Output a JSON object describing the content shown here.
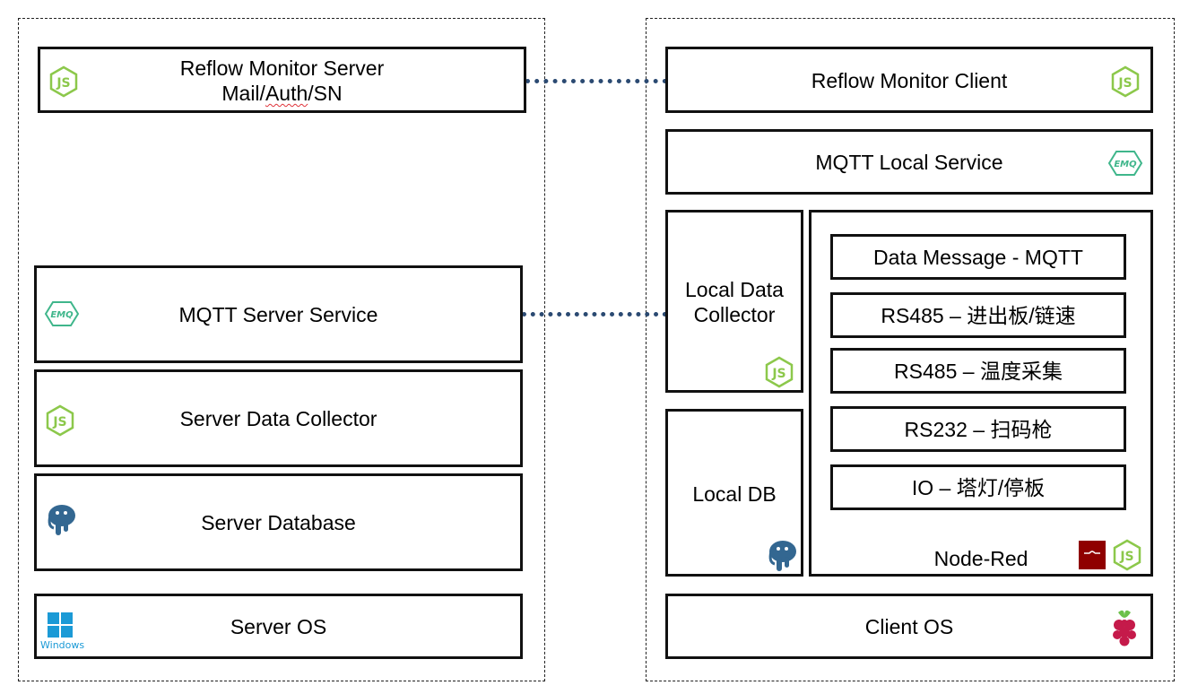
{
  "server": {
    "reflow_monitor": {
      "line1": "Reflow Monitor Server",
      "line2_prefix": "Mail/",
      "line2_flagged": "Auth",
      "line2_suffix": "/SN"
    },
    "mqtt_service": "MQTT Server Service",
    "data_collector": "Server Data Collector",
    "database": "Server Database",
    "os": "Server OS",
    "os_icon_label": "Windows"
  },
  "client": {
    "reflow_monitor": "Reflow Monitor Client",
    "mqtt_local": "MQTT Local Service",
    "local_collector": {
      "line1": "Local Data",
      "line2": "Collector"
    },
    "local_db": "Local DB",
    "node_red": {
      "label": "Node-Red",
      "flows": [
        "Data Message - MQTT",
        "RS485 – 进出板/链速",
        "RS485 – 温度采集",
        "RS232 – 扫码枪",
        "IO – 塔灯/停板"
      ]
    },
    "os": "Client OS"
  },
  "icons": {
    "emq": "EMQ",
    "nodejs": "JS"
  },
  "colors": {
    "nodejs_green": "#8cc84b",
    "emq_green": "#3fb68b",
    "postgres_blue": "#336791",
    "windows_blue": "#1b9ad6",
    "nodered_red": "#8f0000",
    "raspberry_red": "#c51a4a",
    "connector": "#2b4a72"
  }
}
